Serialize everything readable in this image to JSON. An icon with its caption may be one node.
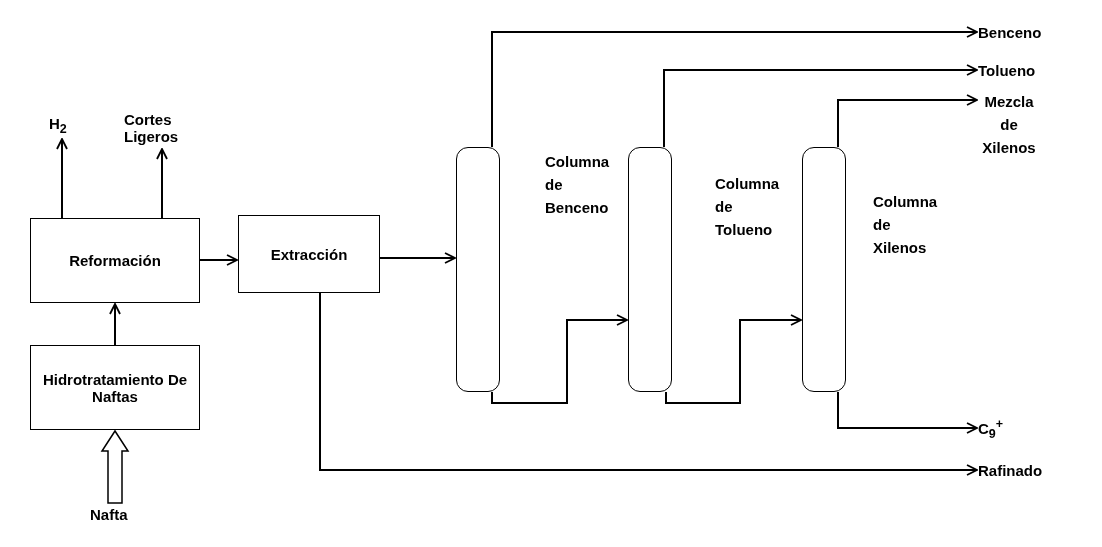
{
  "diagram": {
    "nodes": [
      {
        "text": [
          "Reformación"
        ]
      },
      {
        "text": [
          "Hidrotratamiento De Naftas"
        ]
      },
      {
        "text": [
          "Nafta"
        ]
      },
      {
        "text": [
          "H$_{2}$"
        ]
      },
      {
        "text": [
          "Cortes Ligeros"
        ]
      },
      {
        "text": [
          "Extracción"
        ]
      },
      {
        "text": [],
        "shape": "cylinder"
      },
      {
        "text": [],
        "shape": "cylinder"
      },
      {
        "text": [],
        "shape": "cylinder"
      },
      {
        "text": [
          "Benceno"
        ]
      },
      {
        "text": [
          "Tolueno"
        ]
      },
      {
        "text": [
          "Mezcla de Xilenos"
        ]
      },
      {
        "text": [
          "C$_{9}$$^{+}$"
        ]
      },
      {
        "text": [
          "Rafinado"
        ]
      }
    ],
    "edges": [
      {
        "from": 2,
        "to": 1,
        "arrow": "to",
        "style": "thick"
      },
      {
        "from": 1,
        "to": 0,
        "arrow": "to"
      },
      {
        "from": 0,
        "to": 3,
        "arrow": "to"
      },
      {
        "from": 0,
        "to": 4,
        "arrow": "to"
      },
      {
        "from": 0,
        "to": 5,
        "arrow": "to"
      },
      {
        "from": 5,
        "to": 6,
        "arrow": "to"
      },
      {
        "from": 6,
        "to": 9,
        "arrow": "to"
      },
      {
        "from": 7,
        "to": 10,
        "arrow": "to"
      },
      {
        "from": 8,
        "to": 11,
        "arrow": "to"
      },
      {
        "from": 6,
        "to": 7,
        "arrow": "to"
      },
      {
        "from": 7,
        "to": 8,
        "arrow": "to"
      },
      {
        "from": 8,
        "to": 12,
        "arrow": "to"
      },
      {
        "from": 5,
        "to": 13,
        "arrow": "to"
      }
    ],
    "labels": [
      "Columna de Benceno",
      "Columna de Tolueno",
      "Columna de Xilenos"
    ]
  }
}
